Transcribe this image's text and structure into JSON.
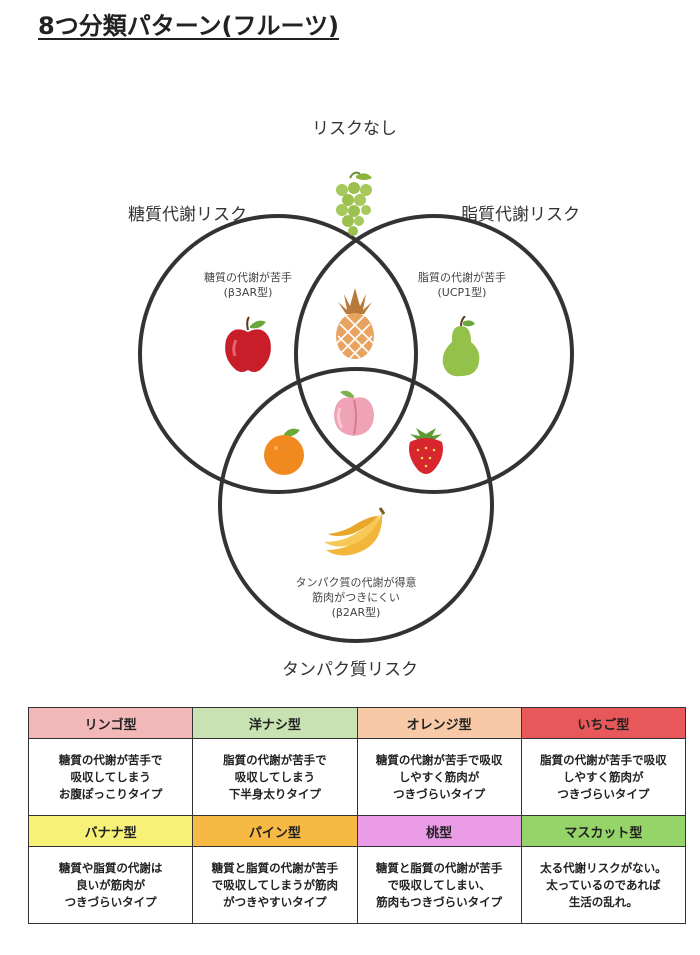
{
  "title": "8つ分類パターン(フルーツ)",
  "venn": {
    "no_risk": "リスクなし",
    "sugar_risk": "糖質代謝リスク",
    "fat_risk": "脂質代謝リスク",
    "protein_risk": "タンパク質リスク",
    "sugar_note": [
      "糖質の代謝が苦手",
      "(β3AR型)"
    ],
    "fat_note": [
      "脂質の代謝が苦手",
      "(UCP1型)"
    ],
    "protein_note": [
      "タンパク質の代謝が得意",
      "筋肉がつきにくい",
      "(β2AR型)"
    ]
  },
  "types": [
    {
      "name": "リンゴ型",
      "color": "#f2b8b8",
      "desc": [
        "糖質の代謝が苦手で",
        "吸収してしまう",
        "お腹ぽっこりタイプ"
      ]
    },
    {
      "name": "洋ナシ型",
      "color": "#c9e2b3",
      "desc": [
        "脂質の代謝が苦手で",
        "吸収してしまう",
        "下半身太りタイプ"
      ]
    },
    {
      "name": "オレンジ型",
      "color": "#f7c9a6",
      "desc": [
        "糖質の代謝が苦手で吸収",
        "しやすく筋肉が",
        "つきづらいタイプ"
      ]
    },
    {
      "name": "いちご型",
      "color": "#e8585a",
      "desc": [
        "脂質の代謝が苦手で吸収",
        "しやすく筋肉が",
        "つきづらいタイプ"
      ]
    },
    {
      "name": "バナナ型",
      "color": "#f7f277",
      "desc": [
        "糖質や脂質の代謝は",
        "良いが筋肉が",
        "つきづらいタイプ"
      ]
    },
    {
      "name": "パイン型",
      "color": "#f5b944",
      "desc": [
        "糖質と脂質の代謝が苦手",
        "で吸収してしまうが筋肉",
        "がつきやすいタイプ"
      ]
    },
    {
      "name": "桃型",
      "color": "#e99be6",
      "desc": [
        "糖質と脂質の代謝が苦手",
        "で吸収してしまい、",
        "筋肉もつきづらいタイプ"
      ]
    },
    {
      "name": "マスカット型",
      "color": "#94d468",
      "desc": [
        "太る代謝リスクがない。",
        "太っているのであれば",
        "生活の乱れ。"
      ]
    }
  ],
  "icons": [
    "grape-icon",
    "apple-icon",
    "pineapple-icon",
    "pear-icon",
    "peach-icon",
    "orange-icon",
    "strawberry-icon",
    "banana-icon"
  ]
}
